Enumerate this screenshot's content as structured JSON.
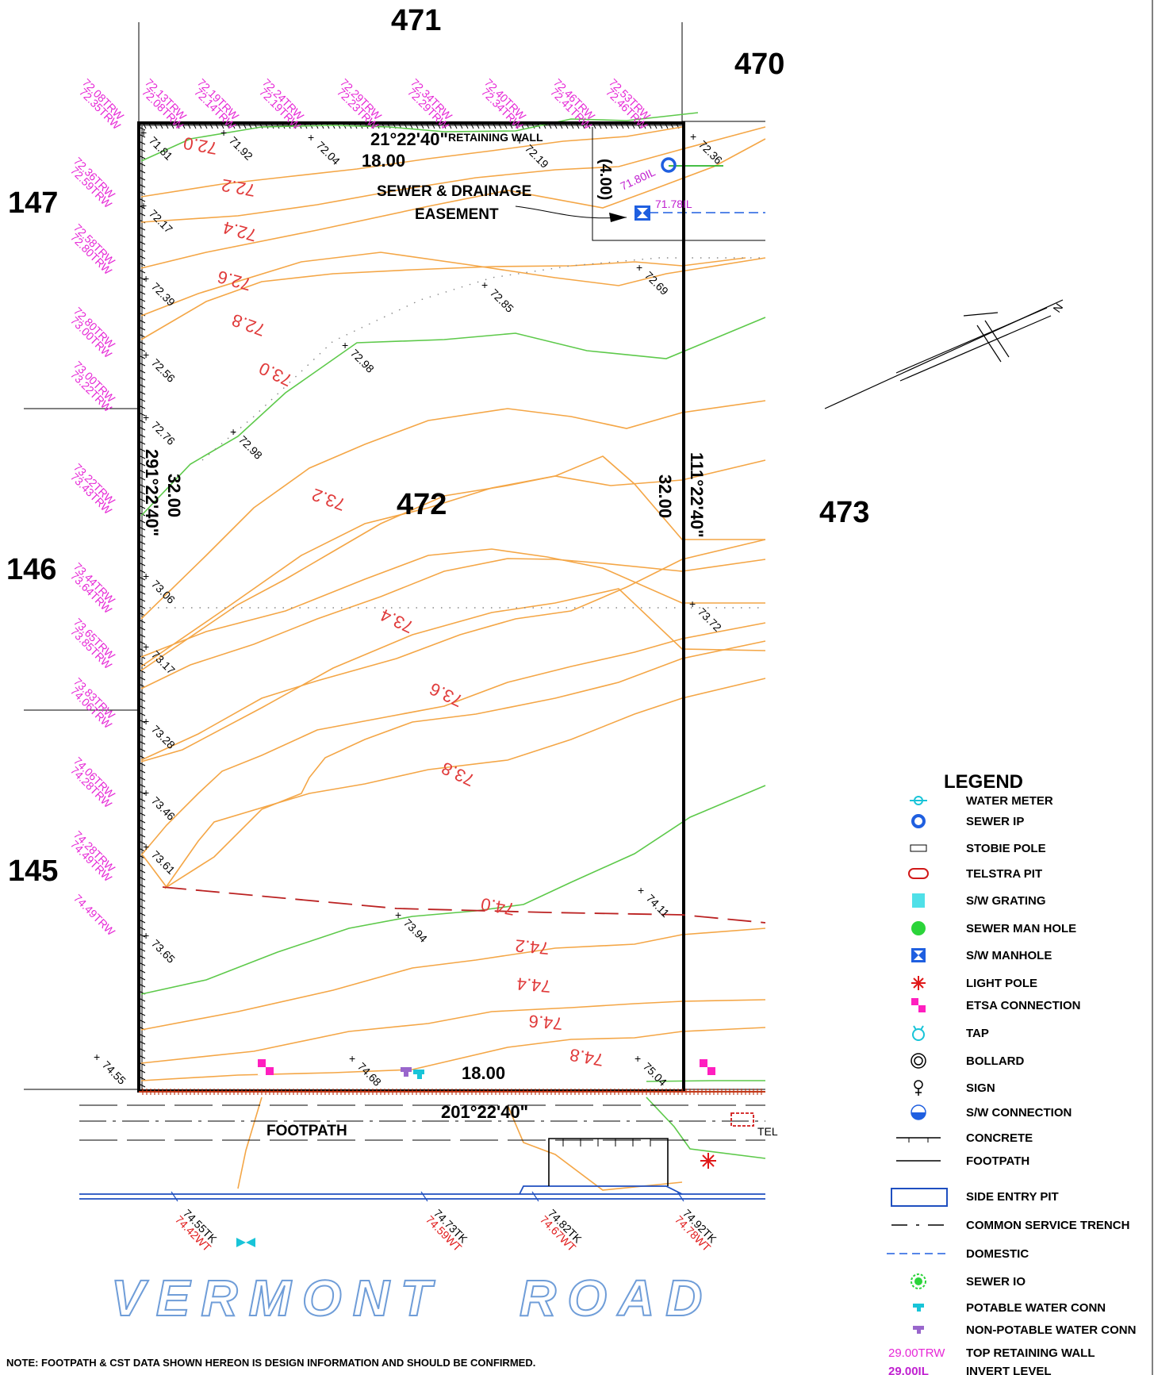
{
  "lots": {
    "main": "472",
    "north": "471",
    "northeast": "470",
    "east": "473",
    "west_a": "147",
    "west_b": "146",
    "west_c": "145"
  },
  "bearings": {
    "top": {
      "angle": "21°22'40\"",
      "length": "18.00"
    },
    "bottom": {
      "angle": "201°22'40\"",
      "length": "18.00"
    },
    "left": {
      "angle": "291°22'40\"",
      "length": "32.00"
    },
    "right": {
      "angle": "111°22'40\"",
      "length": "32.00"
    }
  },
  "labels": {
    "retaining_wall": "RETAINING WALL",
    "easement_line1": "SEWER & DRAINAGE",
    "easement_line2": "EASEMENT",
    "easement_width": "(4.00)",
    "footpath": "FOOTPATH",
    "tel": "TEL",
    "road_word1": "VERMONT",
    "road_word2": "ROAD",
    "north": "N",
    "note": "NOTE:  FOOTPATH & CST DATA SHOWN HEREON IS DESIGN INFORMATION AND SHOULD BE CONFIRMED."
  },
  "top_trw": [
    [
      "72.08TRW",
      "72.35TRW"
    ],
    [
      "72.13TRW",
      "72.08TRW"
    ],
    [
      "72.19TRW",
      "72.14TRW"
    ],
    [
      "72.24TRW",
      "72.19TRW"
    ],
    [
      "72.29TRW",
      "72.23TRW"
    ],
    [
      "72.34TRW",
      "72.29TRW"
    ],
    [
      "72.40TRW",
      "72.34TRW"
    ],
    [
      "72.46TRW",
      "72.41TRW"
    ],
    [
      "72.53TRW",
      "72.46TRW"
    ]
  ],
  "left_trw": [
    [
      "72.36TRW",
      "72.59TRW"
    ],
    [
      "72.58TRW",
      "72.80TRW"
    ],
    [
      "72.80TRW",
      "73.00TRW"
    ],
    [
      "73.00TRW",
      "73.22TRW"
    ],
    [
      "73.22TRW",
      "73.43TRW"
    ],
    [
      "73.44TRW",
      "73.64TRW"
    ],
    [
      "73.65TRW",
      "73.85TRW"
    ],
    [
      "73.83TRW",
      "74.06TRW"
    ],
    [
      "74.06TRW",
      "74.28TRW"
    ],
    [
      "74.28TRW",
      "74.49TRW"
    ],
    [
      "74.49TRW"
    ]
  ],
  "spot_levels": [
    "71.81",
    "71.92",
    "72.04",
    "72.19",
    "72.36",
    "72.17",
    "72.39",
    "72.56",
    "72.76",
    "72.69",
    "72.85",
    "72.98",
    "72.98",
    "73.06",
    "73.72",
    "73.17",
    "73.28",
    "73.46",
    "73.61",
    "73.65",
    "73.94",
    "74.11",
    "74.55",
    "74.68",
    "75.04"
  ],
  "invert_levels": [
    "71.80IL",
    "71.78IL"
  ],
  "contours": [
    "72.0",
    "72.2",
    "72.4",
    "72.6",
    "72.8",
    "73.0",
    "73.2",
    "73.4",
    "73.6",
    "73.8",
    "74.0",
    "74.2",
    "74.4",
    "74.6",
    "74.8"
  ],
  "kerb_levels": [
    {
      "tk": "74.55TK",
      "wt": "74.42WT"
    },
    {
      "tk": "74.73TK",
      "wt": "74.59WT"
    },
    {
      "tk": "74.82TK",
      "wt": "74.67WT"
    },
    {
      "tk": "74.92TK",
      "wt": "74.78WT"
    }
  ],
  "legend": {
    "title": "LEGEND",
    "items": [
      {
        "label": "WATER METER",
        "icon": "water-meter-icon"
      },
      {
        "label": "SEWER IP",
        "icon": "sewer-ip-icon"
      },
      {
        "label": "STOBIE POLE",
        "icon": "stobie-pole-icon"
      },
      {
        "label": "TELSTRA PIT",
        "icon": "telstra-pit-icon"
      },
      {
        "label": "S/W GRATING",
        "icon": "sw-grating-icon"
      },
      {
        "label": "SEWER MAN HOLE",
        "icon": "sewer-manhole-icon"
      },
      {
        "label": "S/W MANHOLE",
        "icon": "sw-manhole-icon"
      },
      {
        "label": "LIGHT POLE",
        "icon": "light-pole-icon"
      },
      {
        "label": "ETSA CONNECTION",
        "icon": "etsa-connection-icon"
      },
      {
        "label": "TAP",
        "icon": "tap-icon"
      },
      {
        "label": "BOLLARD",
        "icon": "bollard-icon"
      },
      {
        "label": "SIGN",
        "icon": "sign-icon"
      },
      {
        "label": "S/W CONNECTION",
        "icon": "sw-connection-icon"
      },
      {
        "label": "CONCRETE",
        "icon": "concrete-icon"
      },
      {
        "label": "FOOTPATH",
        "icon": "footpath-icon"
      },
      {
        "label": "SIDE ENTRY PIT",
        "icon": "side-entry-pit-icon"
      },
      {
        "label": "COMMON SERVICE TRENCH",
        "icon": "cst-icon"
      },
      {
        "label": "DOMESTIC",
        "icon": "domestic-icon"
      },
      {
        "label": "SEWER IO",
        "icon": "sewer-io-icon"
      },
      {
        "label": "POTABLE WATER CONN",
        "icon": "potable-water-icon"
      },
      {
        "label": "NON-POTABLE WATER CONN",
        "icon": "non-potable-water-icon"
      },
      {
        "label": "TOP RETAINING WALL",
        "sample": "29.00TRW",
        "icon": "trw-sample"
      },
      {
        "label": "INVERT LEVEL",
        "sample": "29.00IL",
        "icon": "il-sample"
      }
    ]
  },
  "colors": {
    "contour": "#f4a646",
    "contour_label": "#e03a3a",
    "major_contour": "#5dc94a",
    "trw": "#e628d6",
    "sewer": "#1f5fe0",
    "road_text": "#6f9dd8",
    "kerb": "#1f4fc0"
  }
}
